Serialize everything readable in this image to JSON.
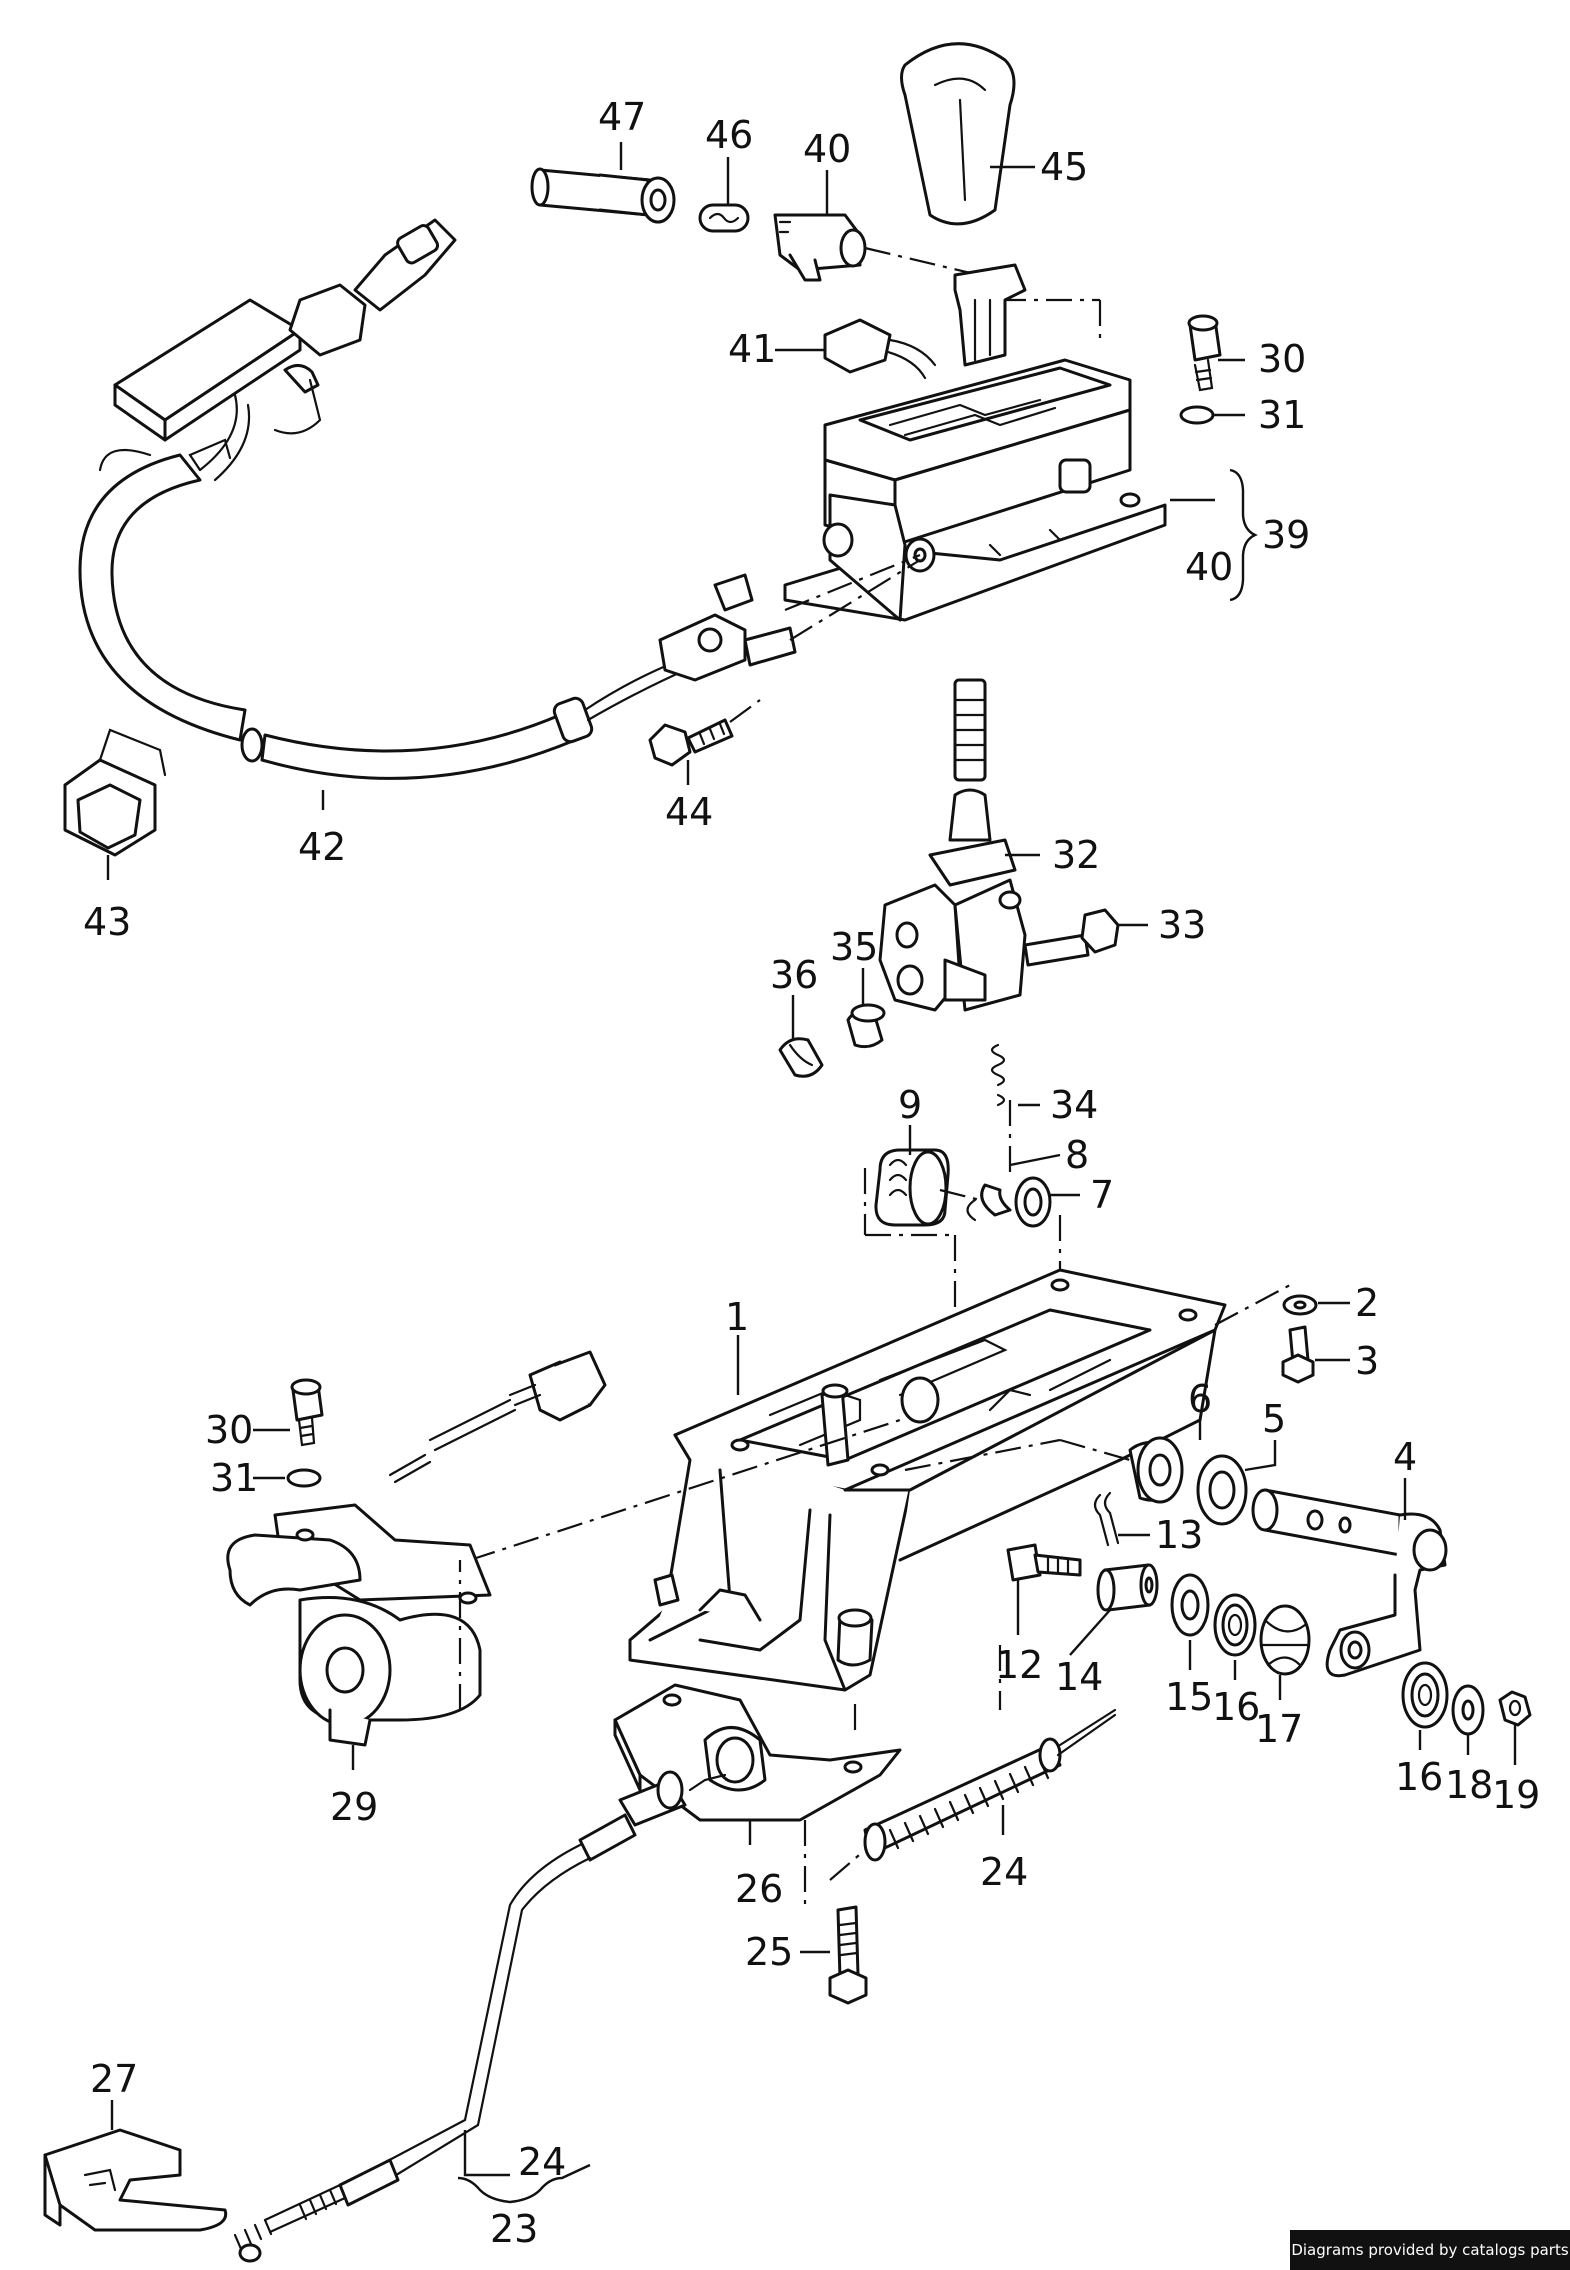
{
  "diagram": {
    "callouts": [
      {
        "id": "c47",
        "text": "47"
      },
      {
        "id": "c46",
        "text": "46"
      },
      {
        "id": "c40a",
        "text": "40"
      },
      {
        "id": "c45",
        "text": "45"
      },
      {
        "id": "c41",
        "text": "41"
      },
      {
        "id": "c30a",
        "text": "30"
      },
      {
        "id": "c31a",
        "text": "31"
      },
      {
        "id": "c39",
        "text": "39"
      },
      {
        "id": "c40b",
        "text": "40"
      },
      {
        "id": "c42",
        "text": "42"
      },
      {
        "id": "c43",
        "text": "43"
      },
      {
        "id": "c44",
        "text": "44"
      },
      {
        "id": "c32",
        "text": "32"
      },
      {
        "id": "c33",
        "text": "33"
      },
      {
        "id": "c35",
        "text": "35"
      },
      {
        "id": "c36",
        "text": "36"
      },
      {
        "id": "c34",
        "text": "34"
      },
      {
        "id": "c9",
        "text": "9"
      },
      {
        "id": "c8",
        "text": "8"
      },
      {
        "id": "c7",
        "text": "7"
      },
      {
        "id": "c1",
        "text": "1"
      },
      {
        "id": "c2",
        "text": "2"
      },
      {
        "id": "c3",
        "text": "3"
      },
      {
        "id": "c30b",
        "text": "30"
      },
      {
        "id": "c31b",
        "text": "31"
      },
      {
        "id": "c6",
        "text": "6"
      },
      {
        "id": "c5",
        "text": "5"
      },
      {
        "id": "c4",
        "text": "4"
      },
      {
        "id": "c13",
        "text": "13"
      },
      {
        "id": "c12",
        "text": "12"
      },
      {
        "id": "c14",
        "text": "14"
      },
      {
        "id": "c15",
        "text": "15"
      },
      {
        "id": "c16a",
        "text": "16"
      },
      {
        "id": "c17",
        "text": "17"
      },
      {
        "id": "c16b",
        "text": "16"
      },
      {
        "id": "c18",
        "text": "18"
      },
      {
        "id": "c19",
        "text": "19"
      },
      {
        "id": "c29",
        "text": "29"
      },
      {
        "id": "c26",
        "text": "26"
      },
      {
        "id": "c24a",
        "text": "24"
      },
      {
        "id": "c25",
        "text": "25"
      },
      {
        "id": "c27",
        "text": "27"
      },
      {
        "id": "c24b",
        "text": "24"
      },
      {
        "id": "c23",
        "text": "23"
      }
    ]
  },
  "watermark": {
    "text": "Diagrams provided by catalogs parts"
  }
}
